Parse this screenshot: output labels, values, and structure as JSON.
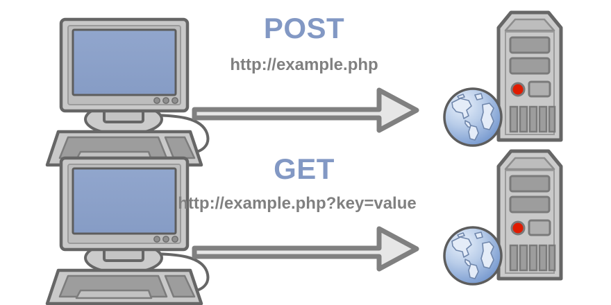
{
  "diagram": {
    "title": "HTTP POST versus GET request diagram",
    "background_color": "#ffffff",
    "colors": {
      "method_label": "#8298c4",
      "url_label": "#808080",
      "arrow_fill": "#e6e6e6",
      "arrow_stroke": "#808080",
      "screen_blue": "#8a9fc8",
      "case_light": "#cccccc",
      "case_mid": "#b3b3b3",
      "case_dark": "#808080",
      "outline": "#666666",
      "led_red": "#e01b00",
      "globe_ocean": "#7a9cd2",
      "globe_land": "#dfe8f5"
    }
  },
  "rows": [
    {
      "id": "post",
      "method_label": "POST",
      "url_label": "http://example.php",
      "client_name": "desktop-computer",
      "server_name": "server-tower",
      "globe_name": "globe-icon",
      "arrow_name": "request-arrow"
    },
    {
      "id": "get",
      "method_label": "GET",
      "url_label": "http://example.php?key=value",
      "client_name": "desktop-computer",
      "server_name": "server-tower",
      "globe_name": "globe-icon",
      "arrow_name": "request-arrow"
    }
  ],
  "icons": {
    "monitor": "monitor-icon",
    "keyboard": "keyboard-icon",
    "mouse_cable": "mouse-cable-icon",
    "server": "server-tower-icon",
    "globe": "globe-icon",
    "arrow": "arrow-right-icon",
    "led": "status-led-icon"
  }
}
